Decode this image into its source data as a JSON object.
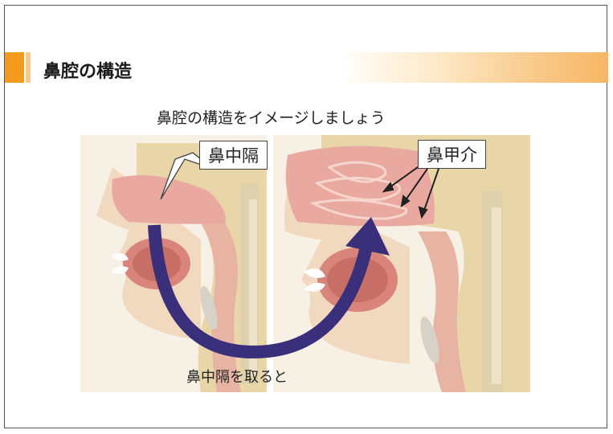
{
  "slide": {
    "title": "鼻腔の構造",
    "subtitle": "鼻腔の構造をイメージしましょう"
  },
  "labels": {
    "septum": "鼻中隔",
    "turbinate": "鼻甲介",
    "caption": "鼻中隔を取ると"
  },
  "colors": {
    "accent_orange": "#f39a1f",
    "accent_light": "#f8c88c",
    "arrow": "#3a2f7a",
    "tissue_pink": "#e9a9a0",
    "bone_beige": "#e8d5a8"
  }
}
